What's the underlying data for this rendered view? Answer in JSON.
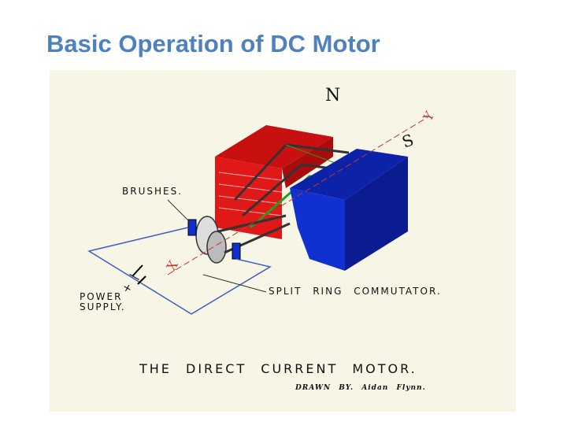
{
  "slide": {
    "title": "Basic Operation of DC Motor"
  },
  "diagram": {
    "labels": {
      "brushes": "BRUSHES.",
      "power_supply": "POWER\nSUPPLY.",
      "commutator": "SPLIT RING COMMUTATOR.",
      "caption": "THE DIRECT CURRENT MOTOR.",
      "drawn_by": "DRAWN BY. Aidan Flynn.",
      "north": "N",
      "south": "S",
      "axis_y": "Y",
      "axis_x": "X",
      "battery_symbol": "+ | -"
    },
    "colors": {
      "north_pole": "#e01818",
      "south_pole": "#1030d0",
      "background": "#f7f5e6",
      "wire": "#4060c0",
      "armature": "#333333",
      "field_lines": "#20a020"
    }
  }
}
